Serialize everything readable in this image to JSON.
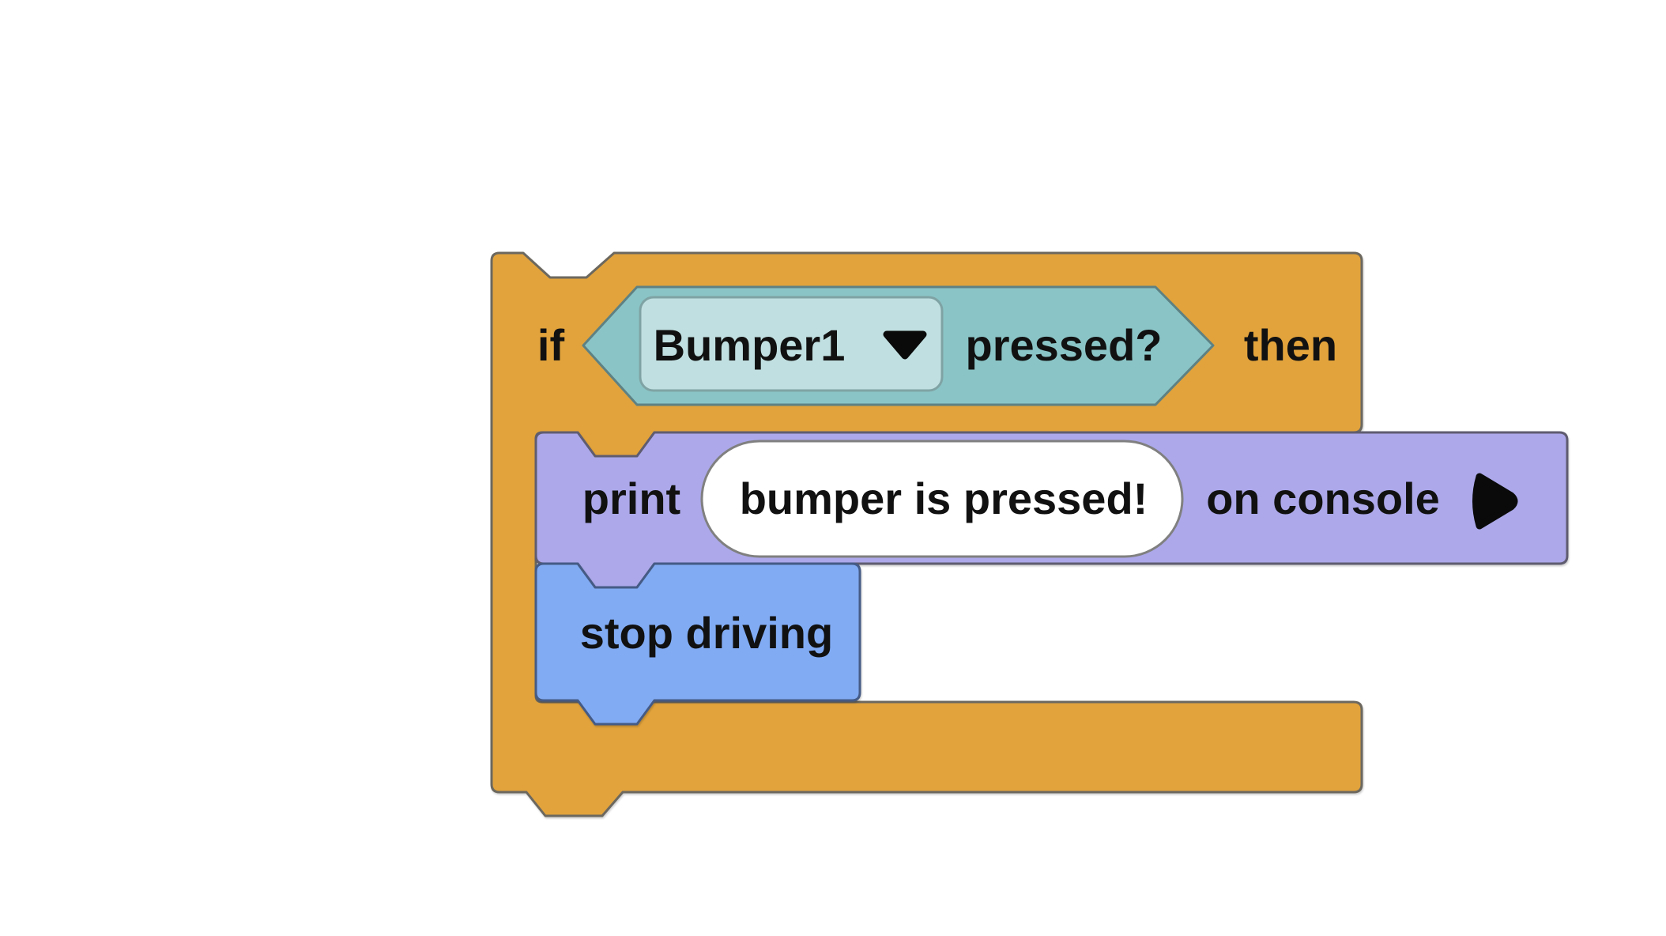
{
  "workspace": {
    "name": "blocks-program-canvas",
    "background": "#ffffff"
  },
  "colors": {
    "if_fill": "#E2A33C",
    "if_stroke": "#6C685F",
    "hex_fill": "#8AC4C6",
    "hex_stroke": "#5E8183",
    "dropdown_fill": "#C0DFE0",
    "dropdown_stroke": "#7FA3A4",
    "print_fill": "#ACA8EA",
    "print_stroke": "#5F5C70",
    "stop_fill": "#81ABF3",
    "stop_stroke": "#455B85",
    "oval_fill": "#FFFFFF",
    "oval_stroke": "#808080",
    "text": "#111111",
    "icon": "#0A0A0A"
  },
  "blocks": {
    "if_block": {
      "type": "c-block",
      "if_label": "if",
      "then_label": "then"
    },
    "condition": {
      "type": "boolean-hexagon",
      "device": "Bumper1",
      "dropdown_icon": "chevron-down",
      "label": "pressed?"
    },
    "print": {
      "type": "statement",
      "label": "print",
      "value": "bumper is pressed!",
      "suffix": "on console",
      "expand_icon": "expand-triangle"
    },
    "stop": {
      "type": "statement",
      "label": "stop driving"
    }
  }
}
